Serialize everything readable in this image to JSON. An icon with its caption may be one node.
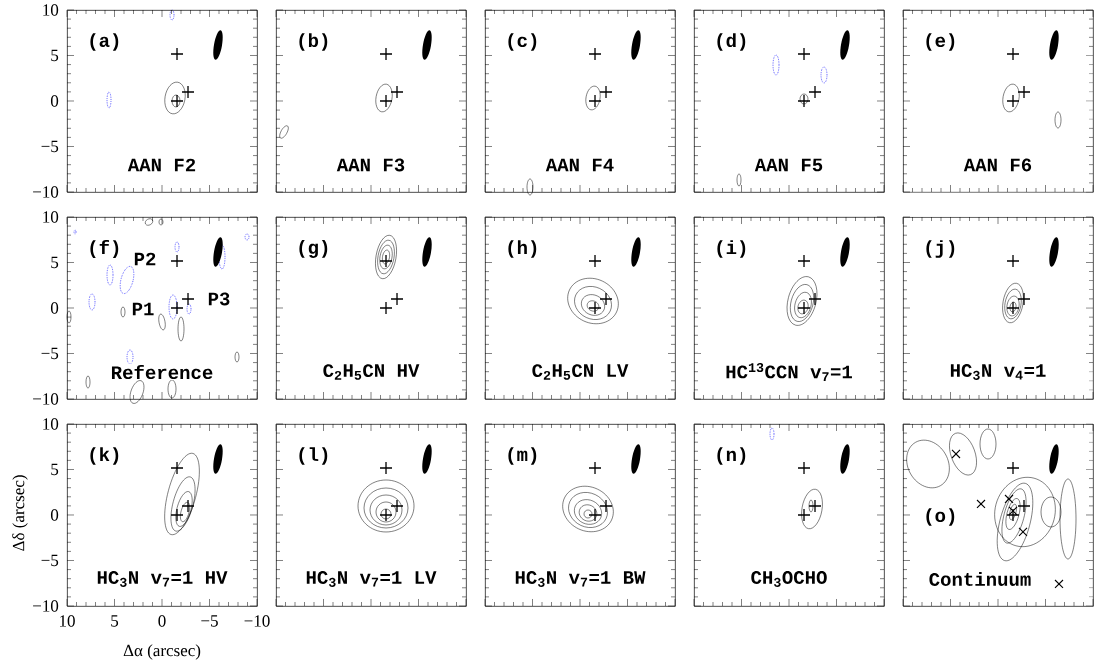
{
  "diagram": {
    "nodes": [
      {
        "text": [
          "(a)",
          "AAN F2"
        ]
      },
      {
        "text": [
          "(b)",
          "AAN F3"
        ]
      },
      {
        "text": [
          "(c)",
          "AAN F4"
        ]
      },
      {
        "text": [
          "(d)",
          "AAN F5"
        ]
      },
      {
        "text": [
          "(e)",
          "AAN F6"
        ]
      },
      {
        "text": [
          "(f)",
          "P2",
          "P1",
          "P3",
          "Reference"
        ]
      },
      {
        "text": [
          "(g)",
          "C$_{2}$H$_{5}$CN HV"
        ]
      },
      {
        "text": [
          "(h)",
          "C$_{2}$H$_{5}$CN LV"
        ]
      },
      {
        "text": [
          "(i)",
          "HC$^{13}$CCN v$_{7}$=1"
        ]
      },
      {
        "text": [
          "(j)",
          "HC$_{3}$N v$_{4}$=1"
        ]
      },
      {
        "text": [
          "(k)",
          "HC$_{3}$N v$_{7}$=1 HV"
        ]
      },
      {
        "text": [
          "(l)",
          "HC$_{3}$N v$_{7}$=1 LV"
        ]
      },
      {
        "text": [
          "(m)",
          "HC$_{3}$N v$_{7}$=1 BW"
        ]
      },
      {
        "text": [
          "(n)",
          "CH$_{3}$OCHO"
        ]
      },
      {
        "text": [
          "(o)",
          "Continuum"
        ]
      }
    ],
    "labels": [
      "10",
      "5",
      "0",
      "−5",
      "−10",
      "10",
      "5",
      "0",
      "−5",
      "−10",
      "10",
      "5",
      "0",
      "−5",
      "−10",
      "Δδ (arcsec)",
      "10",
      "5",
      "0",
      "−5",
      "−10",
      "Δα (arcsec)"
    ]
  }
}
